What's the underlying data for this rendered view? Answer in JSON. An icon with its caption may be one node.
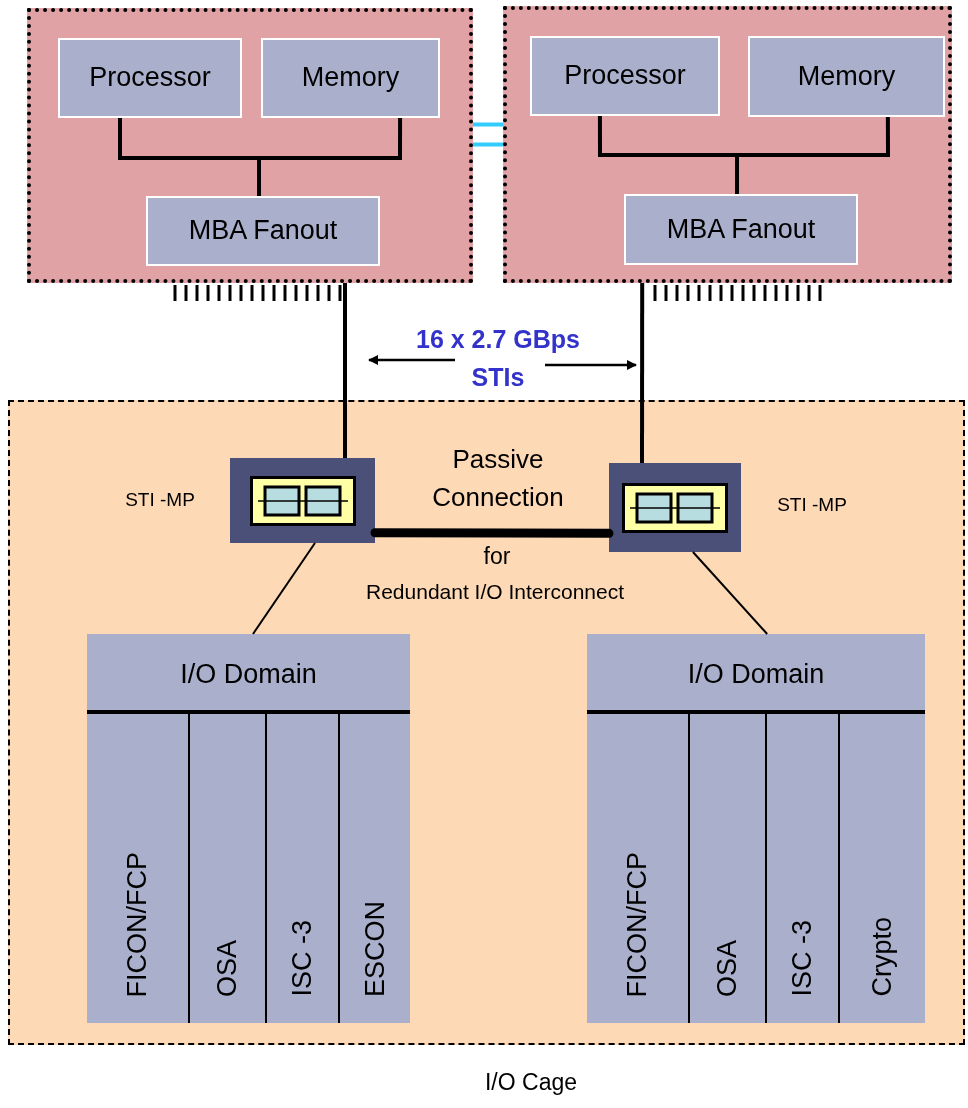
{
  "diagram": {
    "nodes": [
      {
        "text": [],
        "shape": "box"
      },
      {
        "text": [
          "Processor"
        ],
        "in": 0
      },
      {
        "text": [
          "Memory"
        ],
        "in": 0
      },
      {
        "text": [
          "MBA Fanout"
        ],
        "in": 0
      },
      {
        "text": [],
        "shape": "box"
      },
      {
        "text": [
          "Processor"
        ],
        "in": 4
      },
      {
        "text": [
          "Memory"
        ],
        "in": 4
      },
      {
        "text": [
          "MBA Fanout"
        ],
        "in": 4
      },
      {
        "text": [
          "I/O Cage"
        ]
      },
      {
        "text": [],
        "shape": "box",
        "beside": [
          "STI -MP"
        ],
        "in": 8
      },
      {
        "text": [],
        "shape": "box",
        "beside": [
          "STI -MP"
        ],
        "in": 8
      },
      {
        "text": [
          "I/O Domain"
        ],
        "in": 8
      },
      {
        "text": [
          "FICON/FCP"
        ],
        "in": 11
      },
      {
        "text": [
          "OSA"
        ],
        "in": 11
      },
      {
        "text": [
          "ISC -3"
        ],
        "in": 11
      },
      {
        "text": [
          "ESCON"
        ],
        "in": 11
      },
      {
        "text": [
          "I/O Domain"
        ],
        "in": 8
      },
      {
        "text": [
          "FICON/FCP"
        ],
        "in": 16
      },
      {
        "text": [
          "OSA"
        ],
        "in": 16
      },
      {
        "text": [
          "ISC -3"
        ],
        "in": 16
      },
      {
        "text": [
          "Crypto"
        ],
        "in": 16
      }
    ],
    "edges": [
      {
        "from": 1,
        "to": 3,
        "arrow": "none"
      },
      {
        "from": 2,
        "to": 3,
        "arrow": "none"
      },
      {
        "from": 5,
        "to": 7,
        "arrow": "none"
      },
      {
        "from": 6,
        "to": 7,
        "arrow": "none"
      },
      {
        "from": 0,
        "to": 4,
        "arrow": "none",
        "color": "#33ccff"
      },
      {
        "from": 0,
        "to": 9,
        "arrow": "none"
      },
      {
        "from": 4,
        "to": 10,
        "arrow": "none"
      },
      {
        "from": 9,
        "to": 10,
        "arrow": "none",
        "style": "thick",
        "label": "Passive Connection"
      },
      {
        "from": 9,
        "to": 11,
        "arrow": "none"
      },
      {
        "from": 10,
        "to": 16,
        "arrow": "none"
      }
    ],
    "labels": [
      "16 x 2.7 GBps STIs",
      "for",
      "Redundant I/O Interconnect"
    ]
  }
}
